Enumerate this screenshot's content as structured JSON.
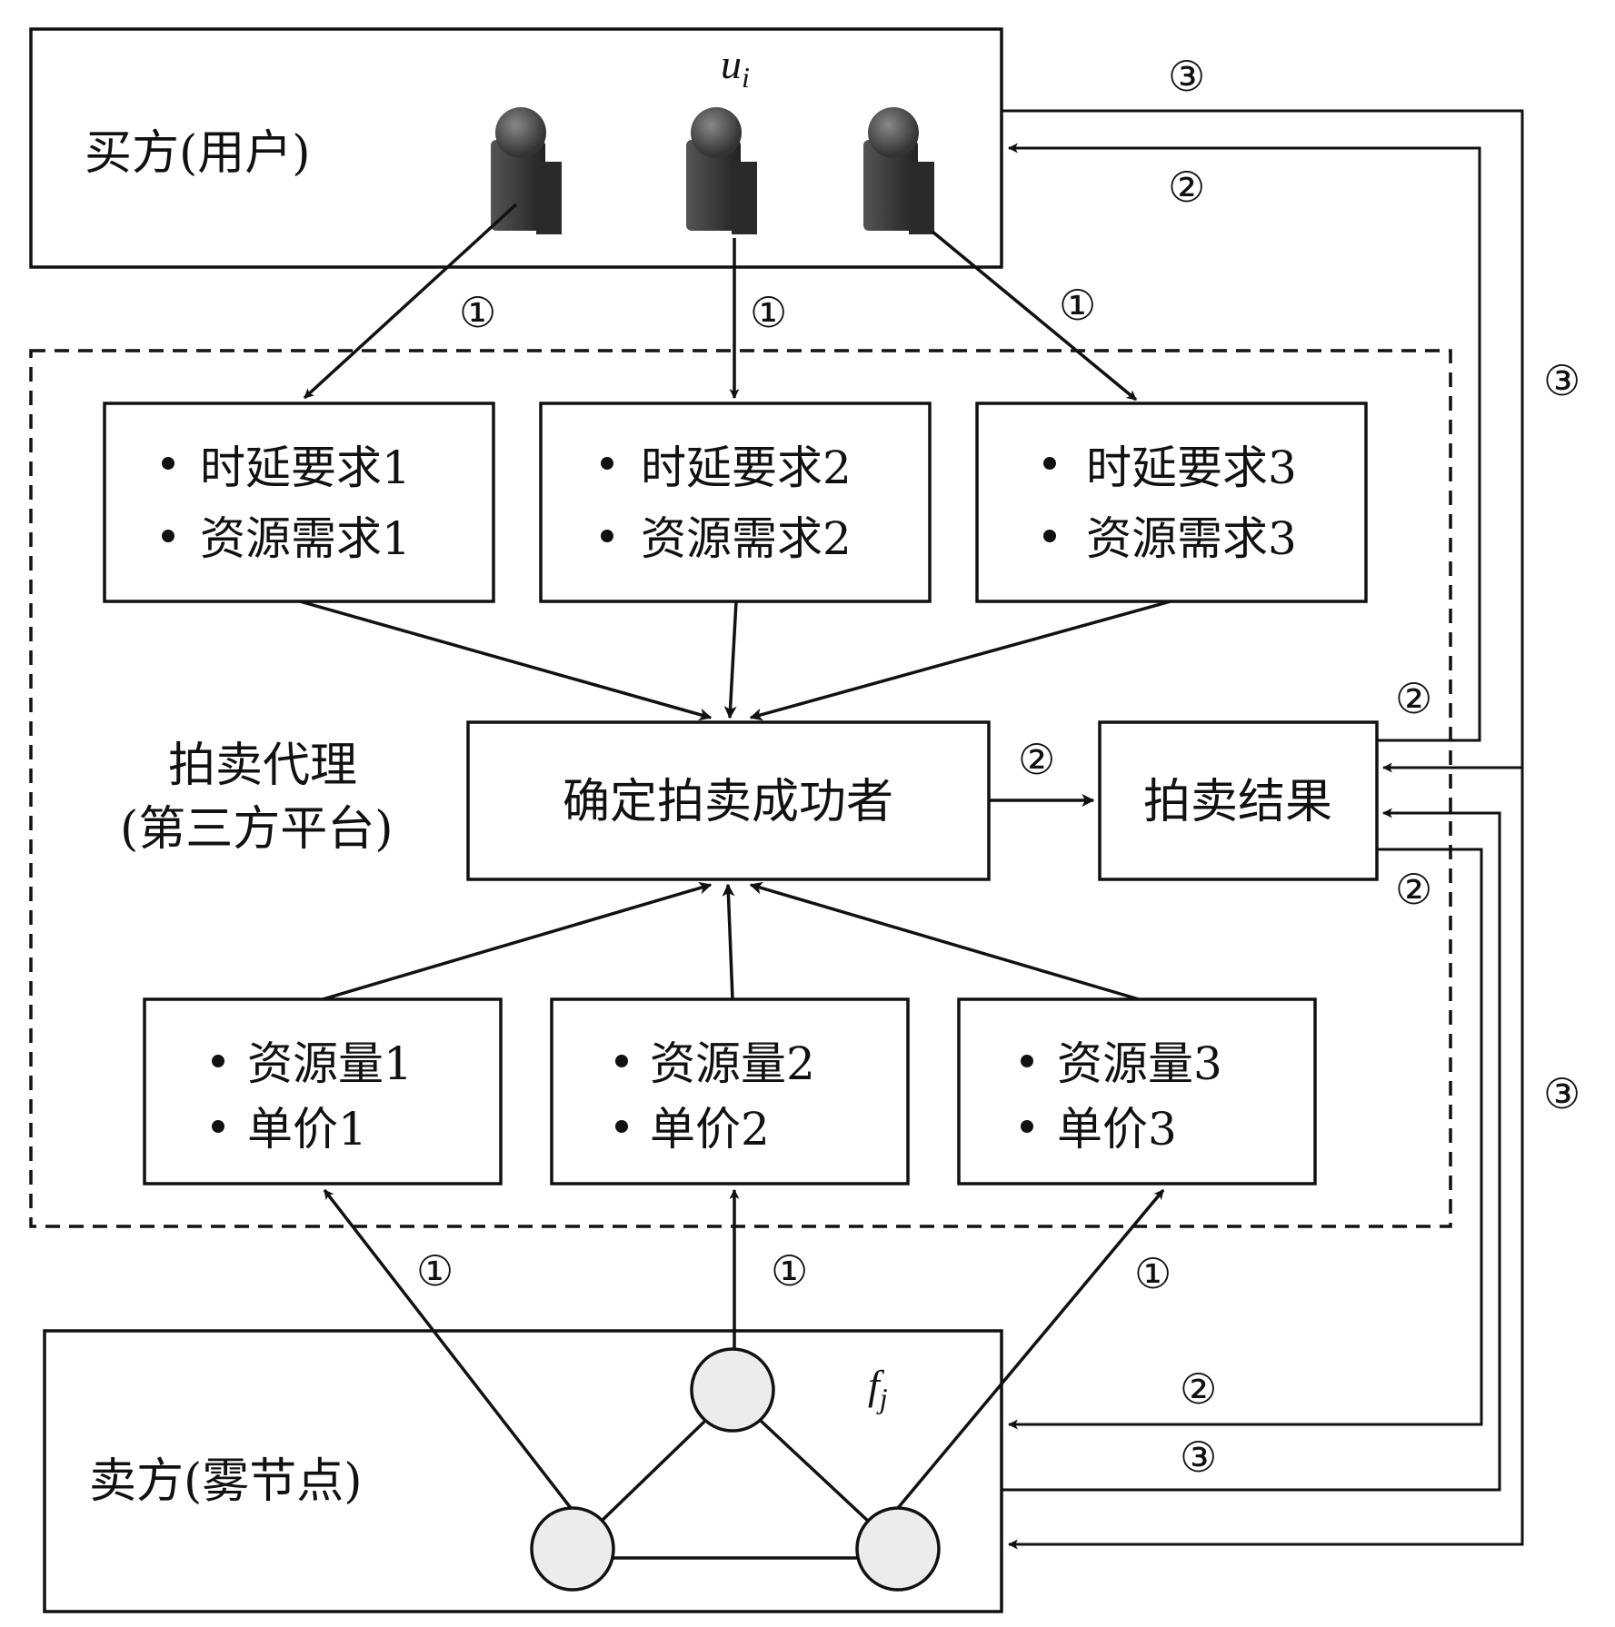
{
  "buyer": {
    "title": "买方(用户)",
    "symbol_base": "u",
    "symbol_sub": "i"
  },
  "seller": {
    "title": "卖方(雾节点)",
    "symbol_base": "f",
    "symbol_sub": "j"
  },
  "agent": {
    "title_line1": "拍卖代理",
    "title_line2": "(第三方平台)"
  },
  "requests": [
    {
      "line1": "时延要求1",
      "line2": "资源需求1"
    },
    {
      "line1": "时延要求2",
      "line2": "资源需求2"
    },
    {
      "line1": "时延要求3",
      "line2": "资源需求3"
    }
  ],
  "offers": [
    {
      "line1": "资源量1",
      "line2": "单价1"
    },
    {
      "line1": "资源量2",
      "line2": "单价2"
    },
    {
      "line1": "资源量3",
      "line2": "单价3"
    }
  ],
  "determine": {
    "label": "确定拍卖成功者"
  },
  "result": {
    "label": "拍卖结果"
  },
  "steps": {
    "one": "①",
    "two": "②",
    "three": "③"
  },
  "colors": {
    "line": "#111111",
    "node_fill": "#ececec",
    "user_icon": "#333333"
  },
  "icons": [
    "user-icon",
    "fog-node-icon"
  ]
}
